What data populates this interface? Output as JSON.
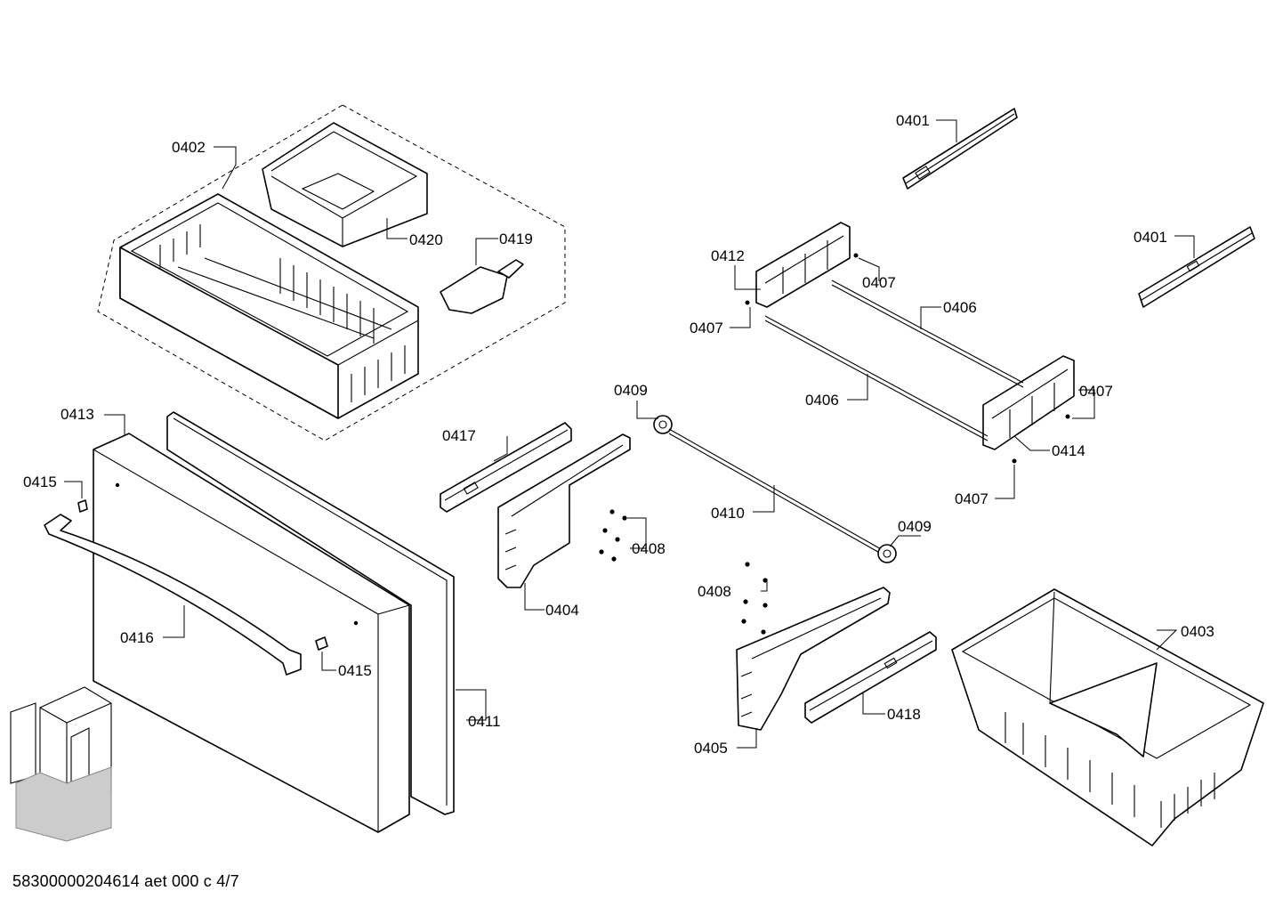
{
  "document_id": "58300000204614 aet 000 c 4/7",
  "part_labels": {
    "p0401a": "0401",
    "p0401b": "0401",
    "p0402": "0402",
    "p0403": "0403",
    "p0404": "0404",
    "p0405": "0405",
    "p0406a": "0406",
    "p0406b": "0406",
    "p0407a": "0407",
    "p0407b": "0407",
    "p0407c": "0407",
    "p0407d": "0407",
    "p0408a": "0408",
    "p0408b": "0408",
    "p0409a": "0409",
    "p0409b": "0409",
    "p0410": "0410",
    "p0411": "0411",
    "p0412": "0412",
    "p0413": "0413",
    "p0414": "0414",
    "p0415a": "0415",
    "p0415b": "0415",
    "p0416": "0416",
    "p0417": "0417",
    "p0418": "0418",
    "p0419": "0419",
    "p0420": "0420"
  }
}
